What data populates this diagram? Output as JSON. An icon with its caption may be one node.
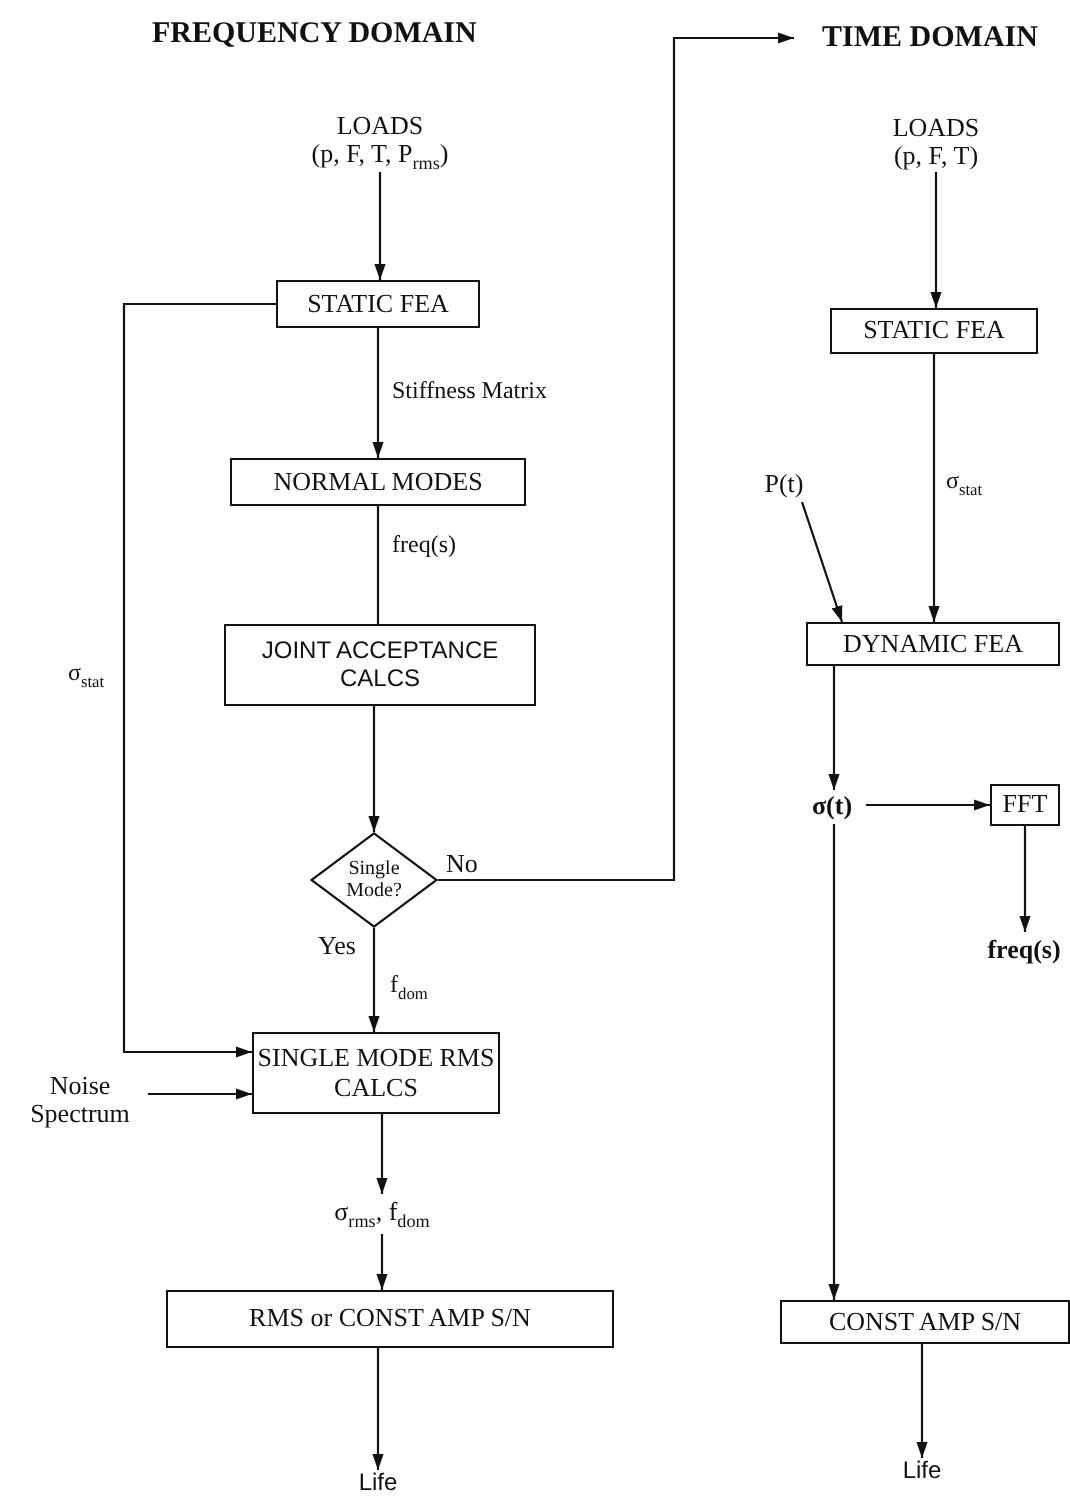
{
  "diagram": {
    "nodes": [
      {
        "text": [
          "LOADS",
          "(p, F, T, P$_{rms}$)"
        ]
      },
      {
        "text": [
          "STATIC FEA"
        ]
      },
      {
        "text": [
          "NORMAL MODES"
        ]
      },
      {
        "text": [
          "JOINT ACCEPTANCE CALCS"
        ]
      },
      {
        "text": [
          "Single Mode?"
        ]
      },
      {
        "text": [
          "SINGLE MODE RMS CALCS"
        ]
      },
      {
        "text": [
          "Noise Spectrum"
        ]
      },
      {
        "text": [
          "σ$_{rms}$, f$_{dom}$"
        ]
      },
      {
        "text": [
          "RMS or CONST AMP S/N"
        ]
      },
      {
        "text": [
          "Life"
        ]
      },
      {
        "text": [
          "TIME DOMAIN"
        ]
      },
      {
        "text": [
          "LOADS",
          "(p, F, T)"
        ]
      },
      {
        "text": [
          "STATIC FEA"
        ]
      },
      {
        "text": [
          "P(t)"
        ]
      },
      {
        "text": [
          "DYNAMIC FEA"
        ]
      },
      {
        "text": [
          "σ(t)"
        ]
      },
      {
        "text": [
          "FFT"
        ]
      },
      {
        "text": [
          "freq(s)"
        ]
      },
      {
        "text": [
          "CONST AMP S/N"
        ]
      },
      {
        "text": [
          "Life"
        ]
      }
    ],
    "edges": [
      {
        "from": 0,
        "to": 1,
        "arrow": "to"
      },
      {
        "from": 1,
        "to": 2,
        "arrow": "to",
        "label": "Stiffness Matrix"
      },
      {
        "from": 2,
        "to": 3,
        "arrow": "none",
        "label": "freq(s)"
      },
      {
        "from": 3,
        "to": 4,
        "arrow": "to"
      },
      {
        "from": 4,
        "to": 10,
        "arrow": "to",
        "label": "No"
      },
      {
        "from": 4,
        "to": 5,
        "arrow": "to",
        "label": "Yes"
      },
      {
        "from": 1,
        "to": 5,
        "arrow": "to",
        "label": "σ$_{stat}$"
      },
      {
        "from": 6,
        "to": 5,
        "arrow": "to"
      },
      {
        "from": 5,
        "to": 7,
        "arrow": "to"
      },
      {
        "from": 7,
        "to": 8,
        "arrow": "to"
      },
      {
        "from": 8,
        "to": 9,
        "arrow": "to"
      },
      {
        "from": 11,
        "to": 12,
        "arrow": "to"
      },
      {
        "from": 12,
        "to": 14,
        "arrow": "to",
        "label": "σ$_{stat}$"
      },
      {
        "from": 13,
        "to": 14,
        "arrow": "to"
      },
      {
        "from": 14,
        "to": 15,
        "arrow": "to"
      },
      {
        "from": 15,
        "to": 16,
        "arrow": "to"
      },
      {
        "from": 16,
        "to": 17,
        "arrow": "to"
      },
      {
        "from": 15,
        "to": 18,
        "arrow": "to"
      },
      {
        "from": 18,
        "to": 19,
        "arrow": "to"
      }
    ],
    "labels": [
      "FREQUENCY DOMAIN",
      "f$_{dom}$"
    ]
  }
}
